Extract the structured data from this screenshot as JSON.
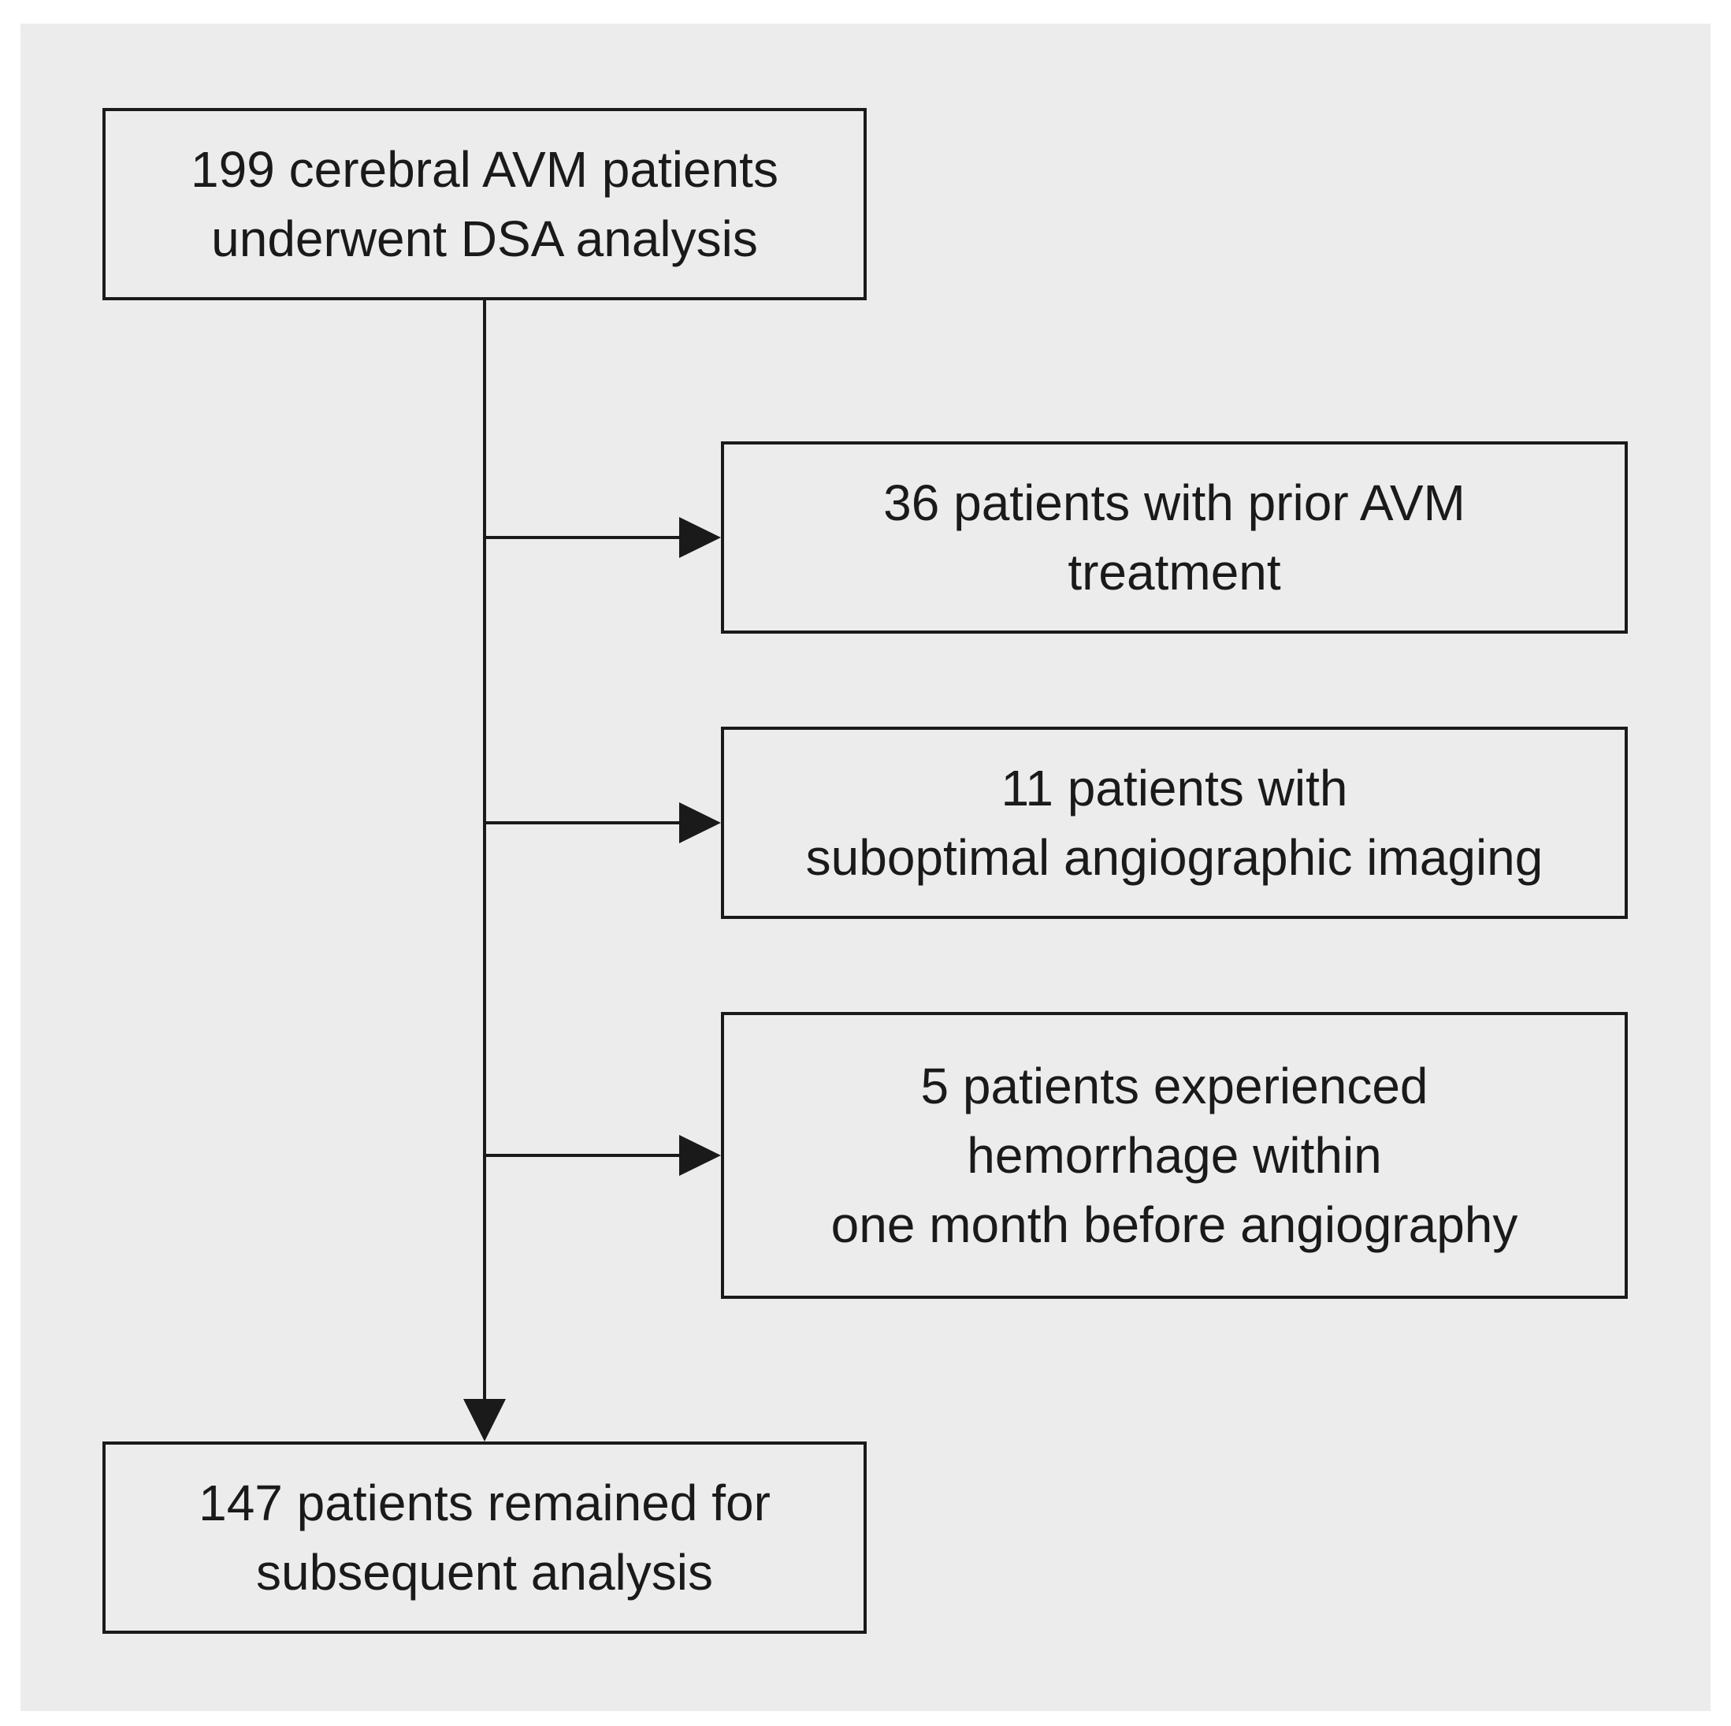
{
  "flowchart": {
    "start": {
      "text": "199 cerebral AVM patients\nunderwent DSA analysis"
    },
    "exclusions": [
      {
        "text": "36 patients with prior AVM\ntreatment"
      },
      {
        "text": "11 patients with\nsuboptimal angiographic imaging"
      },
      {
        "text": "5 patients experienced\nhemorrhage within\none month before angiography"
      }
    ],
    "end": {
      "text": "147 patients remained for\nsubsequent analysis"
    }
  },
  "colors": {
    "background": "#ececec",
    "stroke": "#1a1a1a"
  }
}
